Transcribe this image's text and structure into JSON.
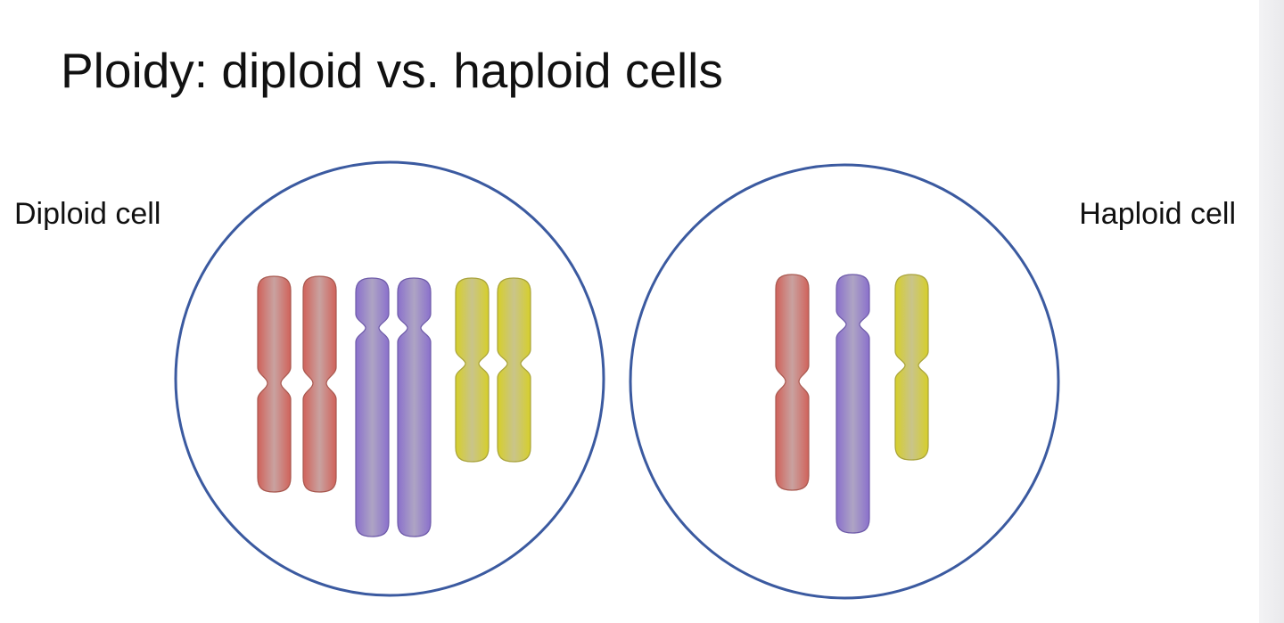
{
  "title": "Ploidy: diploid vs. haploid cells",
  "diploid": {
    "label": "Diploid cell",
    "chromosomes": [
      {
        "color": "red",
        "length": "medium"
      },
      {
        "color": "red",
        "length": "medium"
      },
      {
        "color": "purple",
        "length": "long"
      },
      {
        "color": "purple",
        "length": "long"
      },
      {
        "color": "yellow",
        "length": "short"
      },
      {
        "color": "yellow",
        "length": "short"
      }
    ]
  },
  "haploid": {
    "label": "Haploid cell",
    "chromosomes": [
      {
        "color": "red",
        "length": "medium"
      },
      {
        "color": "purple",
        "length": "long"
      },
      {
        "color": "yellow",
        "length": "short"
      }
    ]
  },
  "colors": {
    "cell_outline": "#3b5aa0",
    "red": "#d97a72",
    "purple": "#9a86cc",
    "yellow": "#d6d046"
  }
}
